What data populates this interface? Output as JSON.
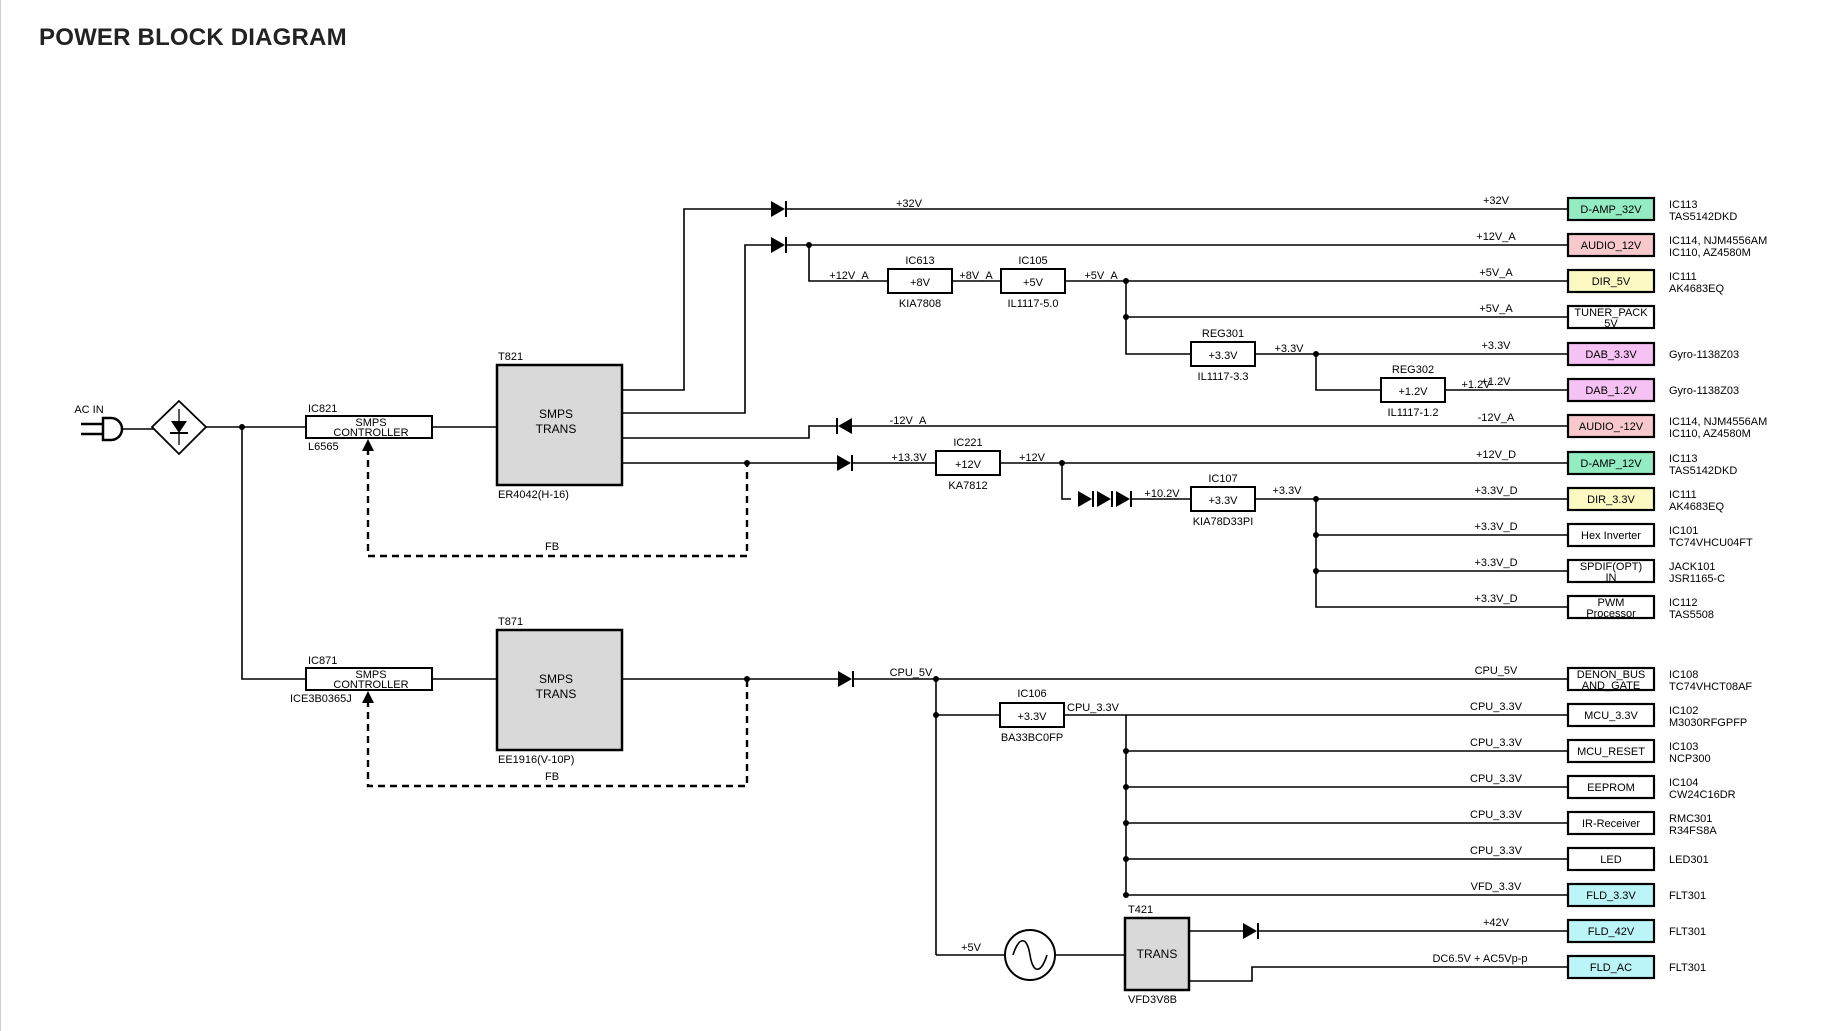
{
  "title": "POWER BLOCK DIAGRAM",
  "colors": {
    "green": "#93ecc2",
    "pink": "#f7c9cd",
    "yellow": "#fbf8c2",
    "magenta": "#f6c1f3",
    "cyan": "#bcf5f7",
    "white": "#ffffff",
    "trans_fill": "#d9d9d9"
  },
  "input": {
    "label": "AC IN"
  },
  "controllers": [
    {
      "ref": "IC821",
      "name1": "SMPS",
      "name2": "CONTROLLER",
      "part": "L6565"
    },
    {
      "ref": "IC871",
      "name1": "SMPS",
      "name2": "CONTROLLER",
      "part": "ICE3B0365J"
    }
  ],
  "transformers": [
    {
      "ref": "T821",
      "name1": "SMPS",
      "name2": "TRANS",
      "part": "ER4042(H-16)"
    },
    {
      "ref": "T871",
      "name1": "SMPS",
      "name2": "TRANS",
      "part": "EE1916(V-10P)"
    },
    {
      "ref": "T421",
      "name": "TRANS",
      "part": "VFD3V8B"
    }
  ],
  "feedback_label": "FB",
  "regulators": [
    {
      "ref": "IC613",
      "value": "+8V",
      "part": "KIA7808"
    },
    {
      "ref": "IC105",
      "value": "+5V",
      "part": "IL1117-5.0"
    },
    {
      "ref": "REG301",
      "value": "+3.3V",
      "part": "IL1117-3.3"
    },
    {
      "ref": "REG302",
      "value": "+1.2V",
      "part": "IL1117-1.2"
    },
    {
      "ref": "IC221",
      "value": "+12V",
      "part": "KA7812"
    },
    {
      "ref": "IC107",
      "value": "+3.3V",
      "part": "KIA78D33PI"
    },
    {
      "ref": "IC106",
      "value": "+3.3V",
      "part": "BA33BC0FP"
    }
  ],
  "rail_labels": {
    "v32": "+32V",
    "v12a": "+12V_A",
    "v8a": "+8V_A",
    "v5a": "+5V_A",
    "v33_reg": "+3.3V",
    "v12_reg": "+1.2V",
    "vm12a": "-12V_A",
    "v133": "+13.3V",
    "v12": "+12V",
    "v102": "+10.2V",
    "v33": "+3.3V",
    "cpu5": "CPU_5V",
    "cpu33": "CPU_3.3V",
    "v5": "+5V"
  },
  "outputs": [
    {
      "net": "+32V",
      "block": "D-AMP_32V",
      "color": "green",
      "info": [
        "IC113",
        "TAS5142DKD"
      ]
    },
    {
      "net": "+12V_A",
      "block": "AUDIO_12V",
      "color": "pink",
      "info": [
        "IC114, NJM4556AM",
        "IC110, AZ4580M"
      ]
    },
    {
      "net": "+5V_A",
      "block": "DIR_5V",
      "color": "yellow",
      "info": [
        "IC111",
        "AK4683EQ"
      ]
    },
    {
      "net": "+5V_A",
      "block": "TUNER_PACK 5V",
      "color": "white",
      "info": []
    },
    {
      "net": "+3.3V",
      "block": "DAB_3.3V",
      "color": "magenta",
      "info": [
        "Gyro-1138Z03"
      ]
    },
    {
      "net": "+1.2V",
      "block": "DAB_1.2V",
      "color": "magenta",
      "info": [
        "Gyro-1138Z03"
      ]
    },
    {
      "net": "-12V_A",
      "block": "AUDIO_-12V",
      "color": "pink",
      "info": [
        "IC114, NJM4556AM",
        "IC110, AZ4580M"
      ]
    },
    {
      "net": "+12V_D",
      "block": "D-AMP_12V",
      "color": "green",
      "info": [
        "IC113",
        "TAS5142DKD"
      ]
    },
    {
      "net": "+3.3V_D",
      "block": "DIR_3.3V",
      "color": "yellow",
      "info": [
        "IC111",
        "AK4683EQ"
      ]
    },
    {
      "net": "+3.3V_D",
      "block": "Hex Inverter",
      "color": "white",
      "info": [
        "IC101",
        "TC74VHCU04FT"
      ]
    },
    {
      "net": "+3.3V_D",
      "block": "SPDIF(OPT) IN",
      "color": "white",
      "info": [
        "JACK101",
        "JSR1165-C"
      ]
    },
    {
      "net": "+3.3V_D",
      "block": "PWM Processor",
      "color": "white",
      "info": [
        "IC112",
        "TAS5508"
      ]
    },
    {
      "net": "CPU_5V",
      "block": "DENON_BUS AND_GATE",
      "color": "white",
      "info": [
        "IC108",
        "TC74VHCT08AF"
      ]
    },
    {
      "net": "CPU_3.3V",
      "block": "MCU_3.3V",
      "color": "white",
      "info": [
        "IC102",
        "M3030RFGPFP"
      ]
    },
    {
      "net": "CPU_3.3V",
      "block": "MCU_RESET",
      "color": "white",
      "info": [
        "IC103",
        "NCP300"
      ]
    },
    {
      "net": "CPU_3.3V",
      "block": "EEPROM",
      "color": "white",
      "info": [
        "IC104",
        "CW24C16DR"
      ]
    },
    {
      "net": "CPU_3.3V",
      "block": "IR-Receiver",
      "color": "white",
      "info": [
        "RMC301",
        "R34FS8A"
      ]
    },
    {
      "net": "CPU_3.3V",
      "block": "LED",
      "color": "white",
      "info": [
        "LED301"
      ]
    },
    {
      "net": "VFD_3.3V",
      "block": "FLD_3.3V",
      "color": "cyan",
      "info": [
        "FLT301"
      ]
    },
    {
      "net": "+42V",
      "block": "FLD_42V",
      "color": "cyan",
      "info": [
        "FLT301"
      ]
    },
    {
      "net": "DC6.5V + AC5Vp-p",
      "block": "FLD_AC",
      "color": "cyan",
      "info": [
        "FLT301"
      ]
    }
  ]
}
